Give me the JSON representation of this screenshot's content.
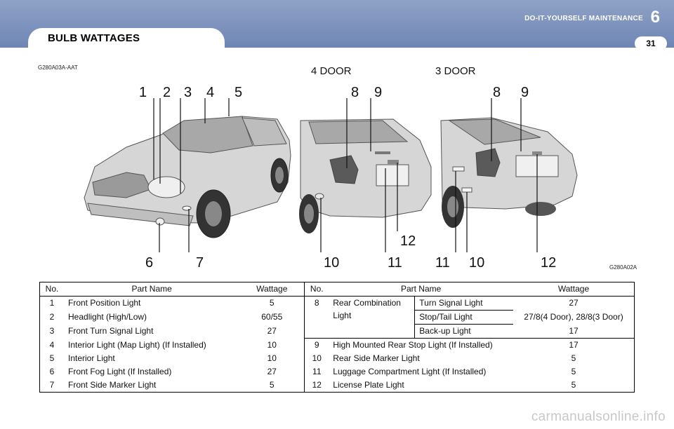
{
  "header": {
    "section_title": "BULB WATTAGES",
    "chapter_title": "DO-IT-YOURSELF MAINTENANCE",
    "chapter_number": "6",
    "page_number": "31"
  },
  "figure": {
    "code_left": "G280A03A-AAT",
    "code_right": "G280A02A",
    "label_4door": "4  DOOR",
    "label_3door": "3  DOOR",
    "front_callouts_top": [
      "1",
      "2",
      "3",
      "4",
      "5"
    ],
    "front_callouts_bottom": [
      "6",
      "7"
    ],
    "rear4_callouts_top": [
      "8",
      "9"
    ],
    "rear4_callouts_bottom": [
      "10",
      "11",
      "12"
    ],
    "rear3_callouts_top": [
      "8",
      "9"
    ],
    "rear3_callouts_bottom": [
      "11",
      "10",
      "12"
    ]
  },
  "table": {
    "headers": {
      "no": "No.",
      "part": "Part Name",
      "wattage": "Wattage"
    },
    "left_rows": [
      {
        "no": "1",
        "part": "Front Position Light",
        "wattage": "5"
      },
      {
        "no": "2",
        "part": "Headlight (High/Low)",
        "wattage": "60/55"
      },
      {
        "no": "3",
        "part": "Front Turn Signal Light",
        "wattage": "27"
      },
      {
        "no": "4",
        "part": "Interior Light (Map Light) (If Installed)",
        "wattage": "10"
      },
      {
        "no": "5",
        "part": "Interior Light",
        "wattage": "10"
      },
      {
        "no": "6",
        "part": "Front Fog Light (If Installed)",
        "wattage": "27"
      },
      {
        "no": "7",
        "part": "Front Side Marker Light",
        "wattage": "5"
      }
    ],
    "rear_combo": {
      "no": "8",
      "name_line1": "Rear Combination",
      "name_line2": "Light",
      "subs": [
        {
          "part": "Turn Signal Light",
          "wattage": "27"
        },
        {
          "part": "Stop/Tail Light",
          "wattage": "27/8(4 Door), 28/8(3 Door)"
        },
        {
          "part": "Back-up Light",
          "wattage": "17"
        }
      ]
    },
    "right_rows": [
      {
        "no": "9",
        "part": "High Mounted Rear Stop Light (If Installed)",
        "wattage": "17"
      },
      {
        "no": "10",
        "part": "Rear Side Marker Light",
        "wattage": "5"
      },
      {
        "no": "11",
        "part": "Luggage Compartment Light (If Installed)",
        "wattage": "5"
      },
      {
        "no": "12",
        "part": "License Plate Light",
        "wattage": "5"
      }
    ]
  },
  "watermark": "carmanualsonline.info"
}
